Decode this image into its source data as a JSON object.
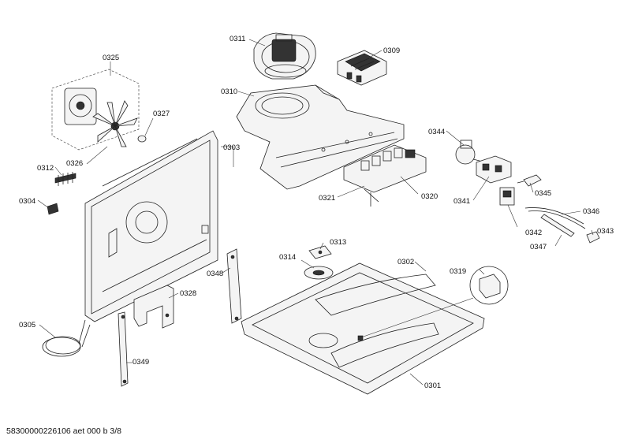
{
  "diagram": {
    "labels": [
      "0311",
      "0309",
      "0325",
      "0310",
      "0327",
      "0344",
      "0303",
      "0326",
      "0312",
      "0321",
      "0320",
      "0345",
      "0304",
      "0341",
      "0346",
      "0343",
      "0342",
      "0347",
      "0313",
      "0314",
      "0302",
      "0319",
      "0348",
      "0328",
      "0305",
      "0349",
      "0301"
    ]
  },
  "footer": {
    "text": "58300000226106 aet 000 b 3/8"
  }
}
